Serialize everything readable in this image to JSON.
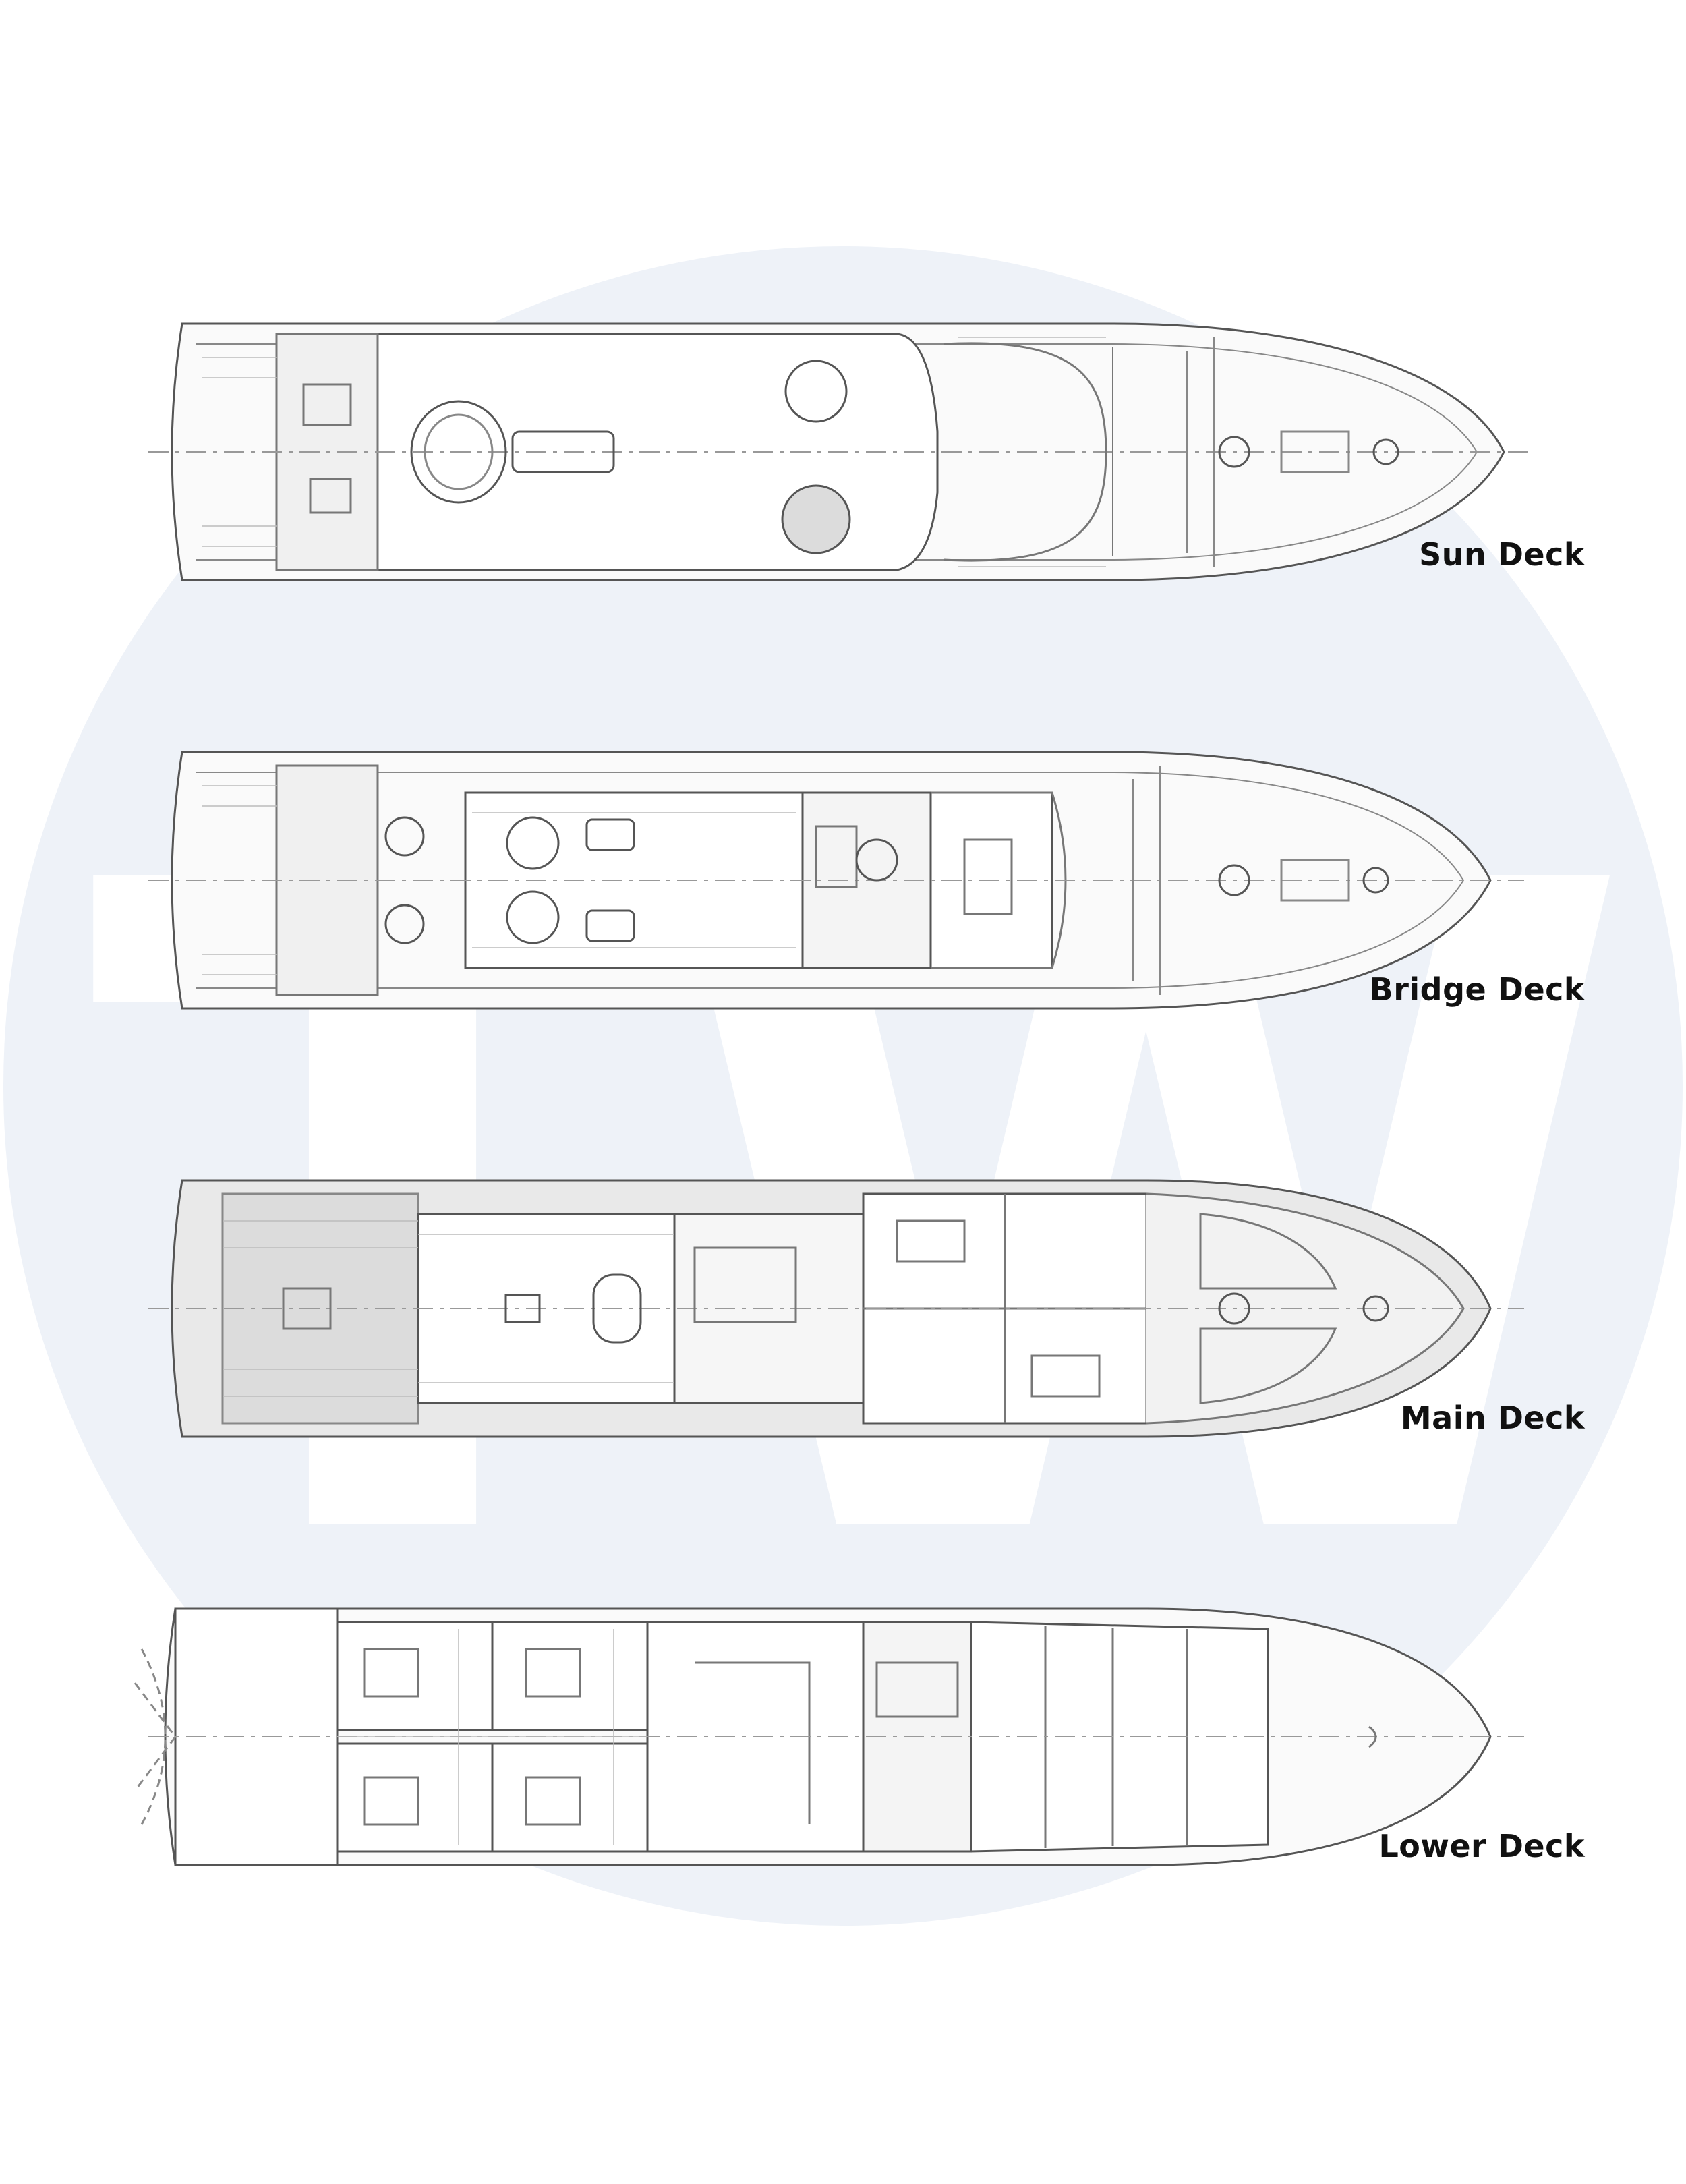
{
  "watermark": {
    "letters": "TW",
    "circle_color": "#eef2f8"
  },
  "decks": [
    {
      "id": "sun",
      "label": "Sun Deck"
    },
    {
      "id": "bridge",
      "label": "Bridge Deck"
    },
    {
      "id": "main",
      "label": "Main Deck"
    },
    {
      "id": "lower",
      "label": "Lower Deck"
    }
  ],
  "colors": {
    "line": "#555555",
    "light_line": "#9a9a9a",
    "fill": "#e6e6e6",
    "label": "#111111"
  }
}
